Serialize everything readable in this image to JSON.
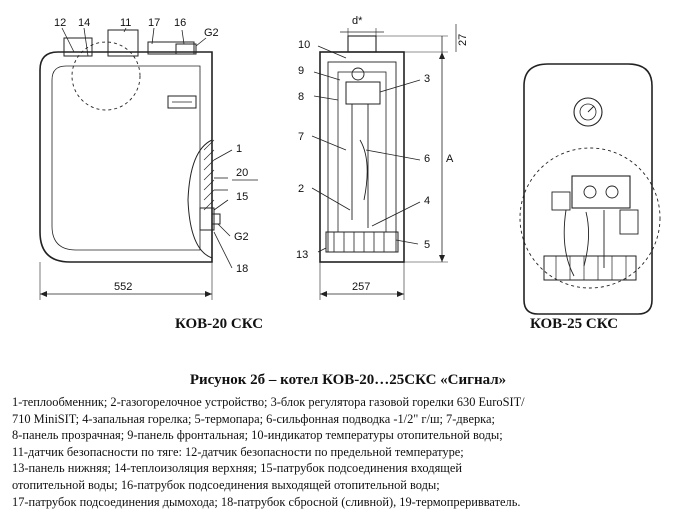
{
  "callouts": {
    "n1": "1",
    "n2": "2",
    "n3": "3",
    "n4": "4",
    "n5": "5",
    "n6": "6",
    "n7": "7",
    "n8": "8",
    "n9": "9",
    "n10": "10",
    "n11": "11",
    "n12": "12",
    "n13": "13",
    "n14": "14",
    "n15": "15",
    "n16": "16",
    "n17": "17",
    "n18": "18",
    "n20": "20",
    "g2_top": "G2",
    "g2_bottom": "G2"
  },
  "dimensions": {
    "depth": "552",
    "width": "257",
    "flue": "d*",
    "top_offset": "27",
    "height": "A"
  },
  "labels": {
    "left_model": "КОВ-20 СКС",
    "right_model": "КОВ-25 СКС"
  },
  "caption": "Рисунок 2б – котел КОВ-20…25СКС «Сигнал»",
  "legend_lines": [
    "1-теплообменник; 2-газогорелочное устройство; 3-блок регулятора газовой горелки 630 EuroSIT/",
    "710 MiniSIT; 4-запальная горелка; 5-термопара; 6-сильфонная подводка -1/2\" г/ш; 7-дверка;",
    "8-панель прозрачная; 9-панель фронтальная; 10-индикатор температуры отопительной воды;",
    "11-датчик безопасности по тяге: 12-датчик безопасности по предельной температуре;",
    "13-панель нижняя; 14-теплоизоляция верхняя; 15-патрубок подсоединения входящей",
    "отопительной воды; 16-патрубок подсоединения выходящей отопительной воды;",
    "17-патрубок подсоединения дымохода; 18-патрубок сбросной (сливной), 19-термопреривватель."
  ]
}
